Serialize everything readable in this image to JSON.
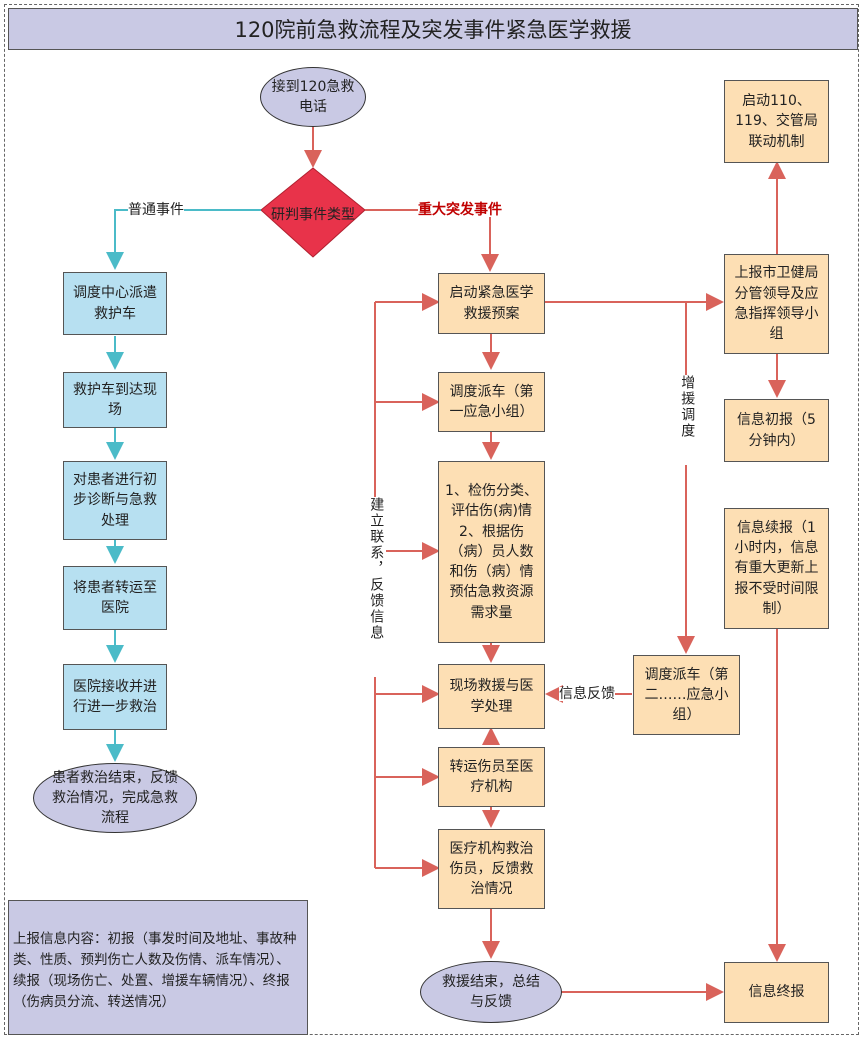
{
  "title": "120院前急救流程及突发事件紧急医学救援",
  "colors": {
    "oval": "#c9c9e4",
    "blue_box": "#b7e0f1",
    "tan_box": "#fddfb4",
    "red_line": "#d9635b",
    "teal_line": "#4bbbc8",
    "diamond": "#e8334a"
  },
  "start": "接到120急救电话",
  "decision": "研判事件类型",
  "branch_normal": "普通事件",
  "branch_major": "重大突发事件",
  "normal_steps": [
    "调度中心派遣救护车",
    "救护车到达现场",
    "对患者进行初步诊断与急救处理",
    "将患者转运至医院",
    "医院接收并进行进一步救治"
  ],
  "normal_end": "患者救治结束，反馈救治情况，完成急救流程",
  "major_steps": [
    "启动紧急医学救援预案",
    "调度派车（第一应急小组）",
    "1、检伤分类、评估伤(病)情 2、根据伤（病）员人数和伤（病）情预估急救资源需求量",
    "现场救援与医学处理",
    "转运伤员至医疗机构",
    "医疗机构救治伤员，反馈救治情况"
  ],
  "major_end": "救援结束，总结与反馈",
  "right_steps": [
    "启动110、119、交管局联动机制",
    "上报市卫健局分管领导及应急指挥领导小组",
    "信息初报（5分钟内）",
    "信息续报（1小时内，信息有重大更新上报不受时间限制）",
    "信息终报"
  ],
  "second_dispatch": "调度派车（第二……应急小组）",
  "label_contact": "建立联系，反馈信息",
  "label_reinforce": "增援调度",
  "label_feedback": "信息反馈",
  "note": "上报信息内容：初报（事发时间及地址、事故种类、性质、预判伤亡人数及伤情、派车情况）、续报（现场伤亡、处置、增援车辆情况）、终报（伤病员分流、转送情况）"
}
